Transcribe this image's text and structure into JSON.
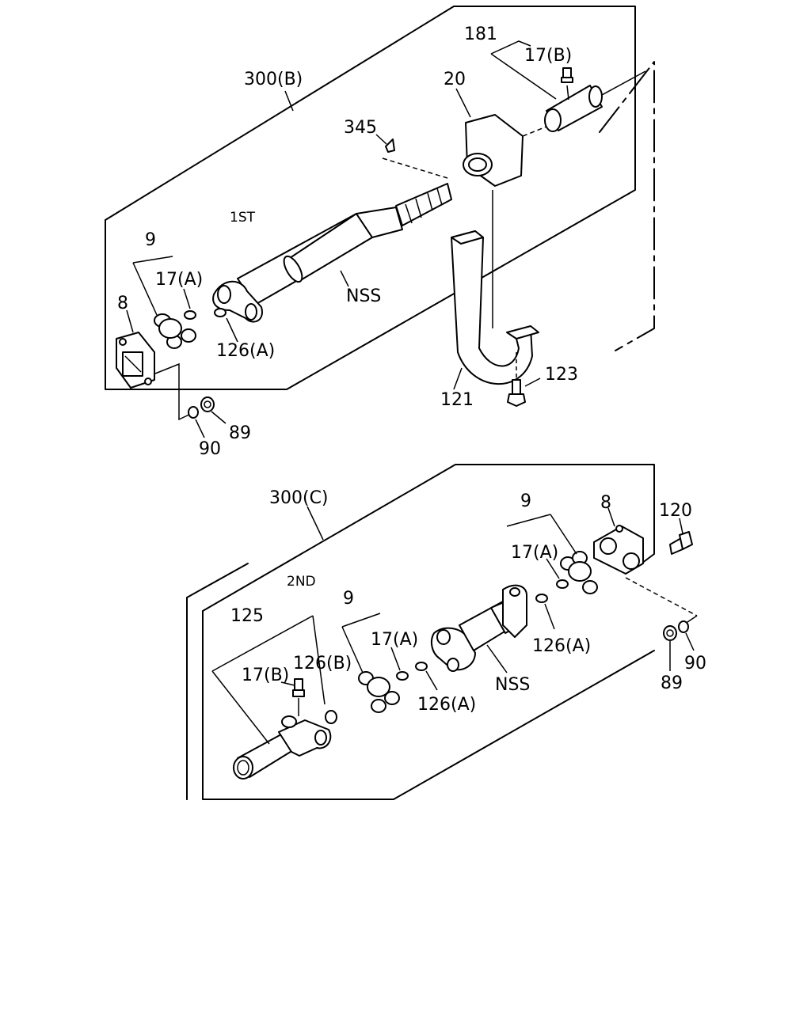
{
  "diagram": {
    "upper": {
      "assembly": "300(B)",
      "stage": "1ST",
      "labels": {
        "p181": "181",
        "p17b": "17(B)",
        "p20": "20",
        "p345": "345",
        "nss": "NSS",
        "p9": "9",
        "p17a": "17(A)",
        "p8": "8",
        "p126a": "126(A)",
        "p123": "123",
        "p121": "121",
        "p89": "89",
        "p90": "90"
      }
    },
    "lower": {
      "assembly": "300(C)",
      "stage": "2ND",
      "labels": {
        "p9_right": "9",
        "p8": "8",
        "p120": "120",
        "p17a_right": "17(A)",
        "p126a_right": "126(A)",
        "p89": "89",
        "p90": "90",
        "nss": "NSS",
        "p125": "125",
        "p9_left": "9",
        "p17a_left": "17(A)",
        "p17b": "17(B)",
        "p126b": "126(B)",
        "p126a_left": "126(A)"
      }
    }
  }
}
